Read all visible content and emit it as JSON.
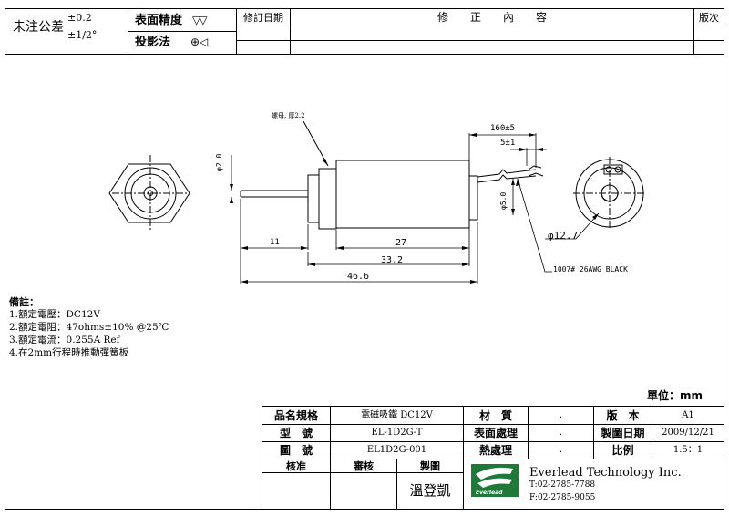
{
  "header": {
    "tolerance_label": "未注公差",
    "tolerance_linear": "±0.2",
    "tolerance_angle": "±1/2°",
    "surface_label": "表面精度",
    "surface_symbol": "▽▽",
    "projection_label": "投影法",
    "projection_symbol": "⊕◁",
    "revision_date_label": "修訂日期",
    "revision_content_label": "修　　正　　內　　容",
    "version_label": "版次"
  },
  "drawing": {
    "nut_label": "螺母, 厚2.2",
    "dim_160": "160±5",
    "dim_5": "5±1",
    "dim_phi2": "φ2.0",
    "dim_phi5": "φ5.0",
    "dim_phi127": "φ12.7",
    "dim_11": "11",
    "dim_27": "27",
    "dim_332": "33.2",
    "dim_466": "46.6",
    "wire_label": "1007# 26AWG BLACK"
  },
  "notes": {
    "title": "備註：",
    "lines": [
      "1.額定電壓：DC12V",
      "2.額定電阻：47ohms±10% @25℃",
      "3.額定電流：0.255A Ref",
      "4.在2mm行程時推動彈簧板"
    ]
  },
  "unit_label": "單位：mm",
  "title_block": {
    "name_label": "品名規格",
    "name_value": "電磁吸鐵  DC12V",
    "model_label": "型　號",
    "model_value": "EL-1D2G-T",
    "drawing_label": "圖　號",
    "drawing_value": "EL1D2G-001",
    "material_label": "材　質",
    "material_value": ".",
    "surface_label": "表面處理",
    "surface_value": ".",
    "heat_label": "熱處理",
    "heat_value": ".",
    "version_label": "版　本",
    "version_value": "A1",
    "date_label": "製圖日期",
    "date_value": "2009/12/21",
    "scale_label": "比例",
    "scale_value": "1.5：1",
    "approve_label": "核准",
    "review_label": "審核",
    "draw_label": "製圖",
    "drafter": "溫登凱",
    "logo_text": "Everlead",
    "company": "Everlead Technology Inc.",
    "tel": "T:02-2785-7788",
    "fax": "F:02-2785-9055"
  }
}
